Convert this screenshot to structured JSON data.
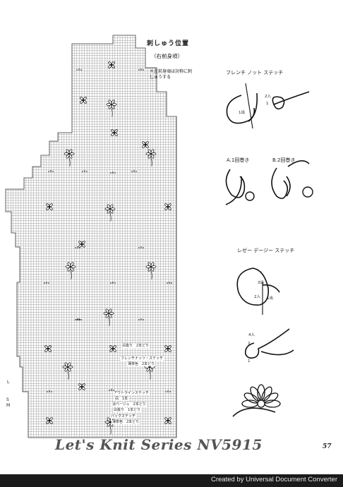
{
  "chart": {
    "title": "刺しゅう位置",
    "subtitle": "（右前身頃）",
    "note": "＊左前身頃は対称に刺しゅうする"
  },
  "annotations": [
    "白抜り　2本どり",
    "フレンチナッツ・ステッチ",
    "薄茶色　2本どり",
    "アウトラインステッチ",
    "白　1本",
    "淡ベージュ　2本どり",
    "白抜り　1本どり",
    "バックステッチ",
    "薄茶色　2本どり"
  ],
  "side_labels": [
    "L",
    "S",
    "M"
  ],
  "diagrams": {
    "french_knot": {
      "title": "フレンチ ノット ステッチ",
      "labels": [
        "2入",
        "1",
        "1出"
      ],
      "variant_a": "A.1回巻き",
      "variant_b": "B.2回巻き"
    },
    "lazy_daisy": {
      "title": "レゼー デージー ステッチ",
      "labels": [
        "3出",
        "2入",
        "1出",
        "4入",
        "2",
        "1"
      ]
    }
  },
  "watermark": "Let's Knit Series NV5915",
  "page_number": "57",
  "footer": "Created by Universal Document Converter"
}
